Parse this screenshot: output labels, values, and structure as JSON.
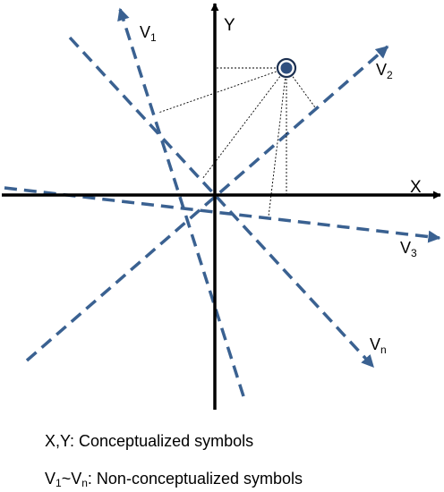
{
  "axes": {
    "x_label": "X",
    "y_label": "Y"
  },
  "vectors": [
    {
      "name": "V",
      "sub": "1"
    },
    {
      "name": "V",
      "sub": "2"
    },
    {
      "name": "V",
      "sub": "3"
    },
    {
      "name": "V",
      "sub": "n"
    }
  ],
  "legend": {
    "conceptualized": {
      "text": "X,Y: Conceptualized symbols"
    },
    "non_conceptualized": {
      "start_name": "V",
      "start_sub": "1",
      "separator": "~",
      "end_name": "V",
      "end_sub": "n",
      "suffix": ": Non-conceptualized symbols"
    }
  },
  "colors": {
    "vector": "#3a6191",
    "point_fill": "#2f4f7f",
    "point_ring": "#1b2f50",
    "axis": "#000000"
  }
}
